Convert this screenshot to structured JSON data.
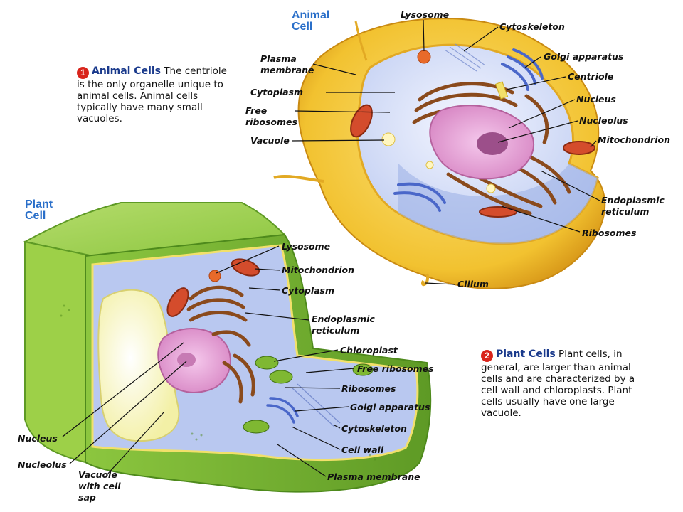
{
  "colors": {
    "title_blue": "#2a6fc9",
    "heading_blue": "#1a3a8c",
    "badge_red": "#d9251c",
    "animal_membrane": "#f2c230",
    "plant_wall": "#8cc63f",
    "nucleus_pink": "#e6a1d4"
  },
  "animal": {
    "title_line1": "Animal",
    "title_line2": "Cell",
    "labels": {
      "lysosome": "Lysosome",
      "cytoskeleton": "Cytoskeleton",
      "plasma_membrane_1": "Plasma",
      "plasma_membrane_2": "membrane",
      "golgi": "Golgi apparatus",
      "centriole": "Centriole",
      "cytoplasm": "Cytoplasm",
      "nucleus": "Nucleus",
      "free_ribosomes_1": "Free",
      "free_ribosomes_2": "ribosomes",
      "nucleolus": "Nucleolus",
      "vacuole": "Vacuole",
      "mitochondrion": "Mitochondrion",
      "er_1": "Endoplasmic",
      "er_2": "reticulum",
      "ribosomes": "Ribosomes",
      "cilium": "Cilium"
    },
    "description": {
      "number": "1",
      "heading": "Animal Cells",
      "text": "The centriole is the only organelle unique to animal cells. Animal cells typically have many small vacuoles."
    }
  },
  "plant": {
    "title_line1": "Plant",
    "title_line2": "Cell",
    "labels": {
      "lysosome": "Lysosome",
      "mitochondrion": "Mitochondrion",
      "cytoplasm": "Cytoplasm",
      "er_1": "Endoplasmic",
      "er_2": "reticulum",
      "chloroplast": "Chloroplast",
      "free_ribosomes": "Free ribosomes",
      "ribosomes": "Ribosomes",
      "golgi": "Golgi apparatus",
      "cytoskeleton": "Cytoskeleton",
      "nucleus": "Nucleus",
      "cell_wall": "Cell wall",
      "nucleolus": "Nucleolus",
      "vacuole_1": "Vacuole",
      "vacuole_2": "with cell",
      "vacuole_3": "sap",
      "plasma_membrane": "Plasma membrane"
    },
    "description": {
      "number": "2",
      "heading": "Plant Cells",
      "text": "Plant cells, in general, are larger than animal cells and are characterized by a cell wall and chloroplasts. Plant cells usually have one large vacuole."
    }
  }
}
